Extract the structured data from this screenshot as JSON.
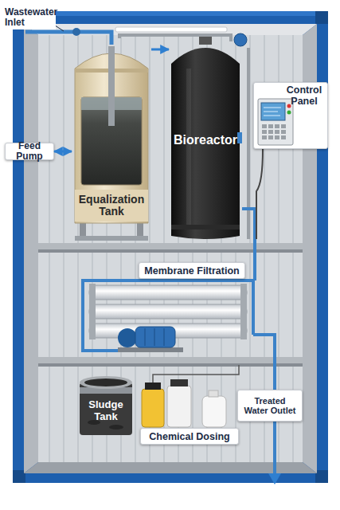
{
  "diagram": {
    "nodes": [
      {
        "text": [
          "Control Panel"
        ]
      },
      {
        "text": [
          "Feed Pump"
        ]
      },
      {
        "text": [
          "Equalization Tank"
        ]
      },
      {
        "text": [
          "Bioreactor"
        ]
      },
      {
        "text": [
          "Membrane Filtration"
        ]
      },
      {
        "text": [
          "Sludge Tank"
        ]
      },
      {
        "text": [
          "Treated Water Outlet"
        ]
      },
      {
        "text": [
          "Chemical Dosing"
        ]
      }
    ],
    "edges": [
      {
        "from": 1,
        "to": 2,
        "arrow": "both"
      },
      {
        "from": 2,
        "to": 3,
        "arrow": "to"
      }
    ],
    "labels": [
      "Wastewater Inlet"
    ]
  }
}
